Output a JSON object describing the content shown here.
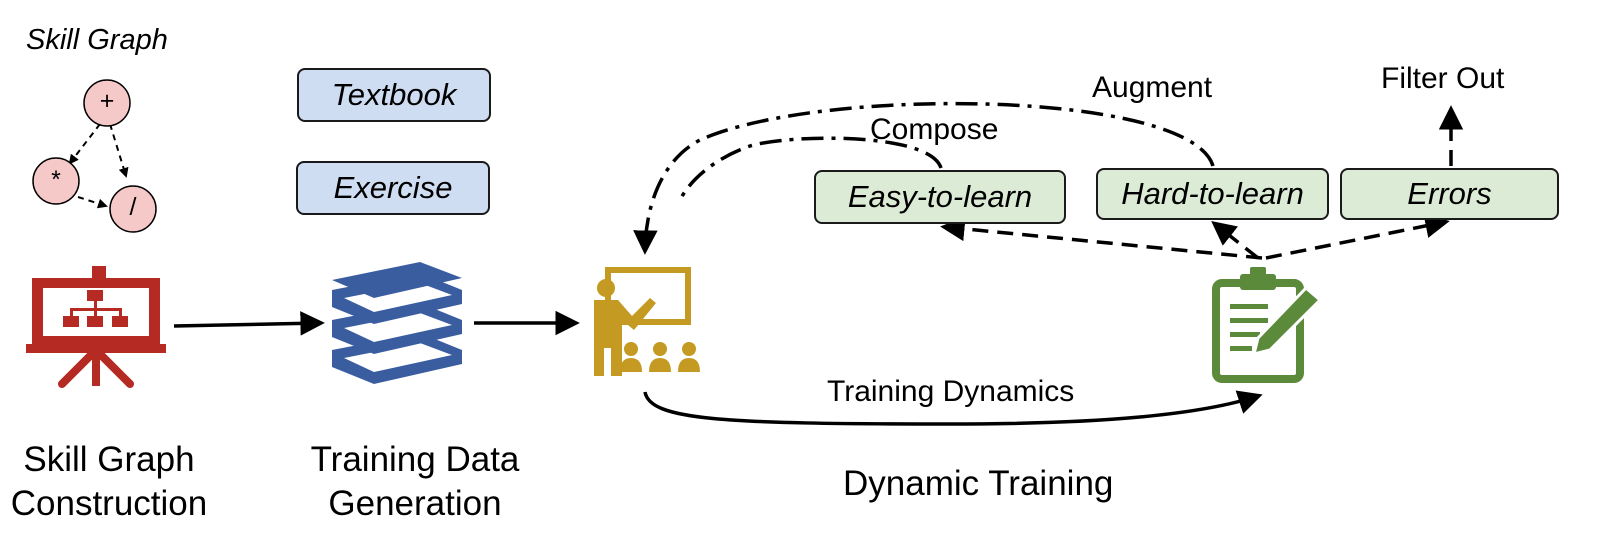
{
  "skill_graph": {
    "title": "Skill Graph",
    "nodes": [
      {
        "id": "plus",
        "label": "+"
      },
      {
        "id": "times",
        "label": "*"
      },
      {
        "id": "divide",
        "label": "/"
      }
    ]
  },
  "data_types": {
    "textbook": "Textbook",
    "exercise": "Exercise"
  },
  "outcomes": {
    "easy": "Easy-to-learn",
    "hard": "Hard-to-learn",
    "errors": "Errors"
  },
  "edge_labels": {
    "augment": "Augment",
    "compose": "Compose",
    "filter_out": "Filter Out",
    "training_dynamics": "Training Dynamics"
  },
  "stages": {
    "skill_graph_construction": [
      "Skill Graph",
      "Construction"
    ],
    "training_data_generation": [
      "Training Data",
      "Generation"
    ],
    "dynamic_training": "Dynamic Training"
  },
  "colors": {
    "presentation_icon": "#b52a22",
    "books_icon": "#3a5da0",
    "teacher_icon": "#c49a22",
    "clipboard_icon": "#5a8a3a",
    "node_fill": "#f6c9c9",
    "blue_box": "#cfddf3",
    "green_box": "#dcebd6"
  },
  "icons": [
    "presentation-board-icon",
    "books-icon",
    "teacher-icon",
    "clipboard-icon"
  ]
}
